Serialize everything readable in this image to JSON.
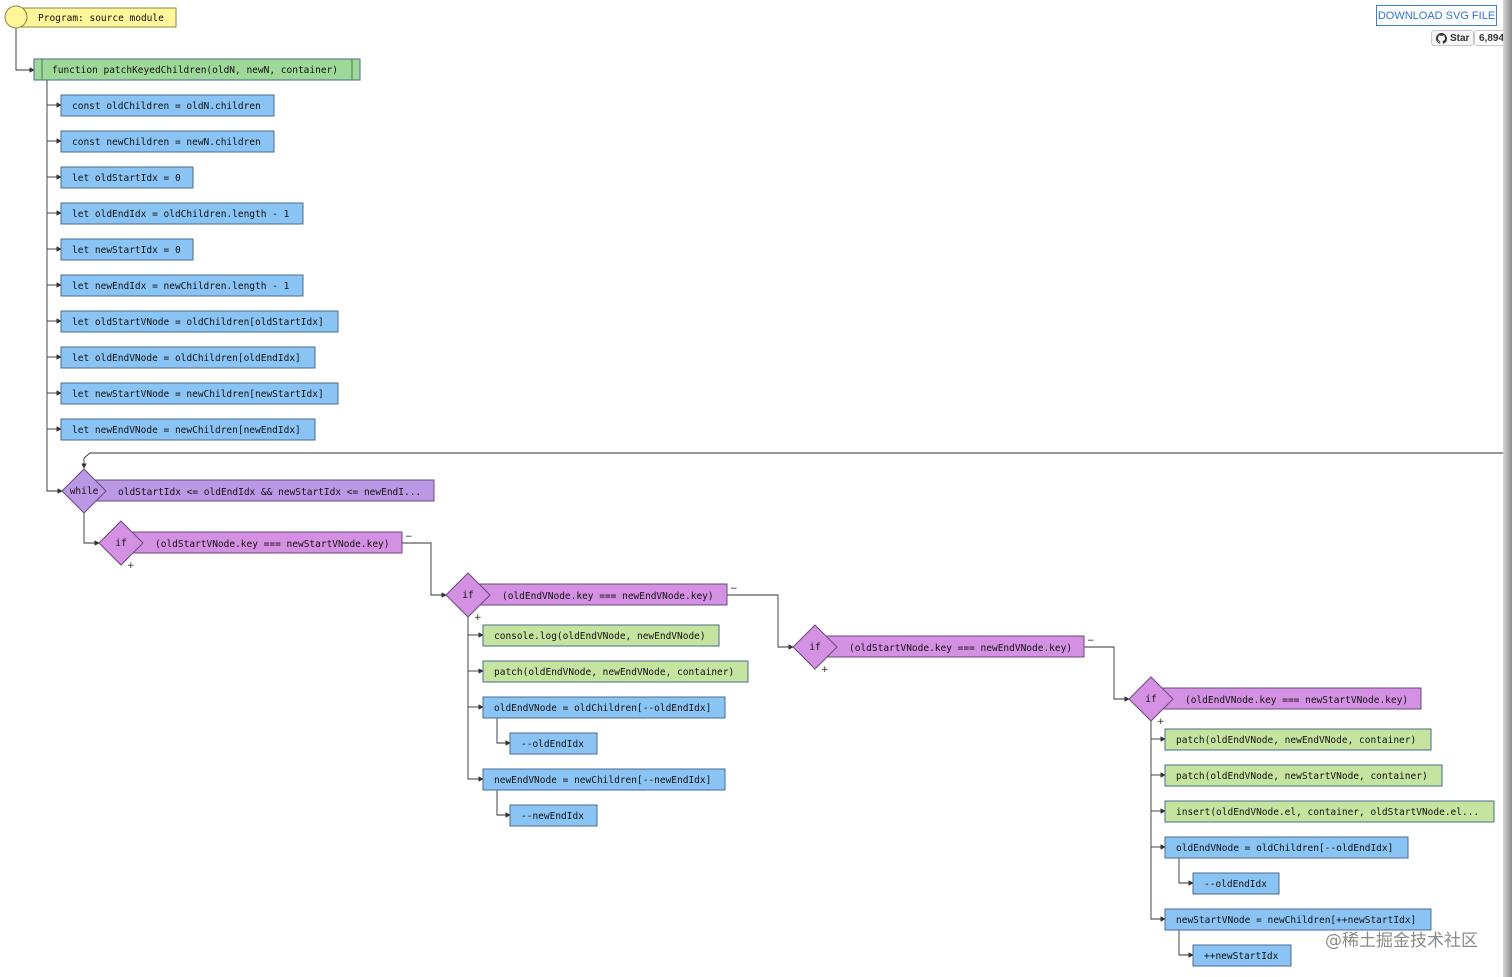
{
  "toolbar": {
    "download_label": "DOWNLOAD SVG FILE",
    "star_label": "Star",
    "star_count": "6,894"
  },
  "watermark": "@稀土掘金技术社区",
  "colors": {
    "program": "#fff59a",
    "function": "#9fd99a",
    "statement": "#8ac4f5",
    "call": "#c5e4a0",
    "condition": "#d490e3",
    "loop": "#bb98e6",
    "edge": "#333333"
  },
  "nodes": [
    {
      "id": "program",
      "kind": "program",
      "text": "Program: source module"
    },
    {
      "id": "func",
      "kind": "function",
      "text": "function patchKeyedChildren(oldN, newN, container)"
    },
    {
      "id": "s1",
      "kind": "statement",
      "text": "const oldChildren = oldN.children"
    },
    {
      "id": "s2",
      "kind": "statement",
      "text": "const newChildren = newN.children"
    },
    {
      "id": "s3",
      "kind": "statement",
      "text": "let oldStartIdx = 0"
    },
    {
      "id": "s4",
      "kind": "statement",
      "text": "let oldEndIdx = oldChildren.length - 1"
    },
    {
      "id": "s5",
      "kind": "statement",
      "text": "let newStartIdx = 0"
    },
    {
      "id": "s6",
      "kind": "statement",
      "text": "let newEndIdx = newChildren.length - 1"
    },
    {
      "id": "s7",
      "kind": "statement",
      "text": "let oldStartVNode = oldChildren[oldStartIdx]"
    },
    {
      "id": "s8",
      "kind": "statement",
      "text": "let oldEndVNode = oldChildren[oldEndIdx]"
    },
    {
      "id": "s9",
      "kind": "statement",
      "text": "let newStartVNode = newChildren[newStartIdx]"
    },
    {
      "id": "s10",
      "kind": "statement",
      "text": "let newEndVNode = newChildren[newEndIdx]"
    },
    {
      "id": "while",
      "kind": "loop",
      "keyword": "while",
      "text": "oldStartIdx <= oldEndIdx && newStartIdx <= newEndI..."
    },
    {
      "id": "if1",
      "kind": "condition",
      "keyword": "if",
      "text": "(oldStartVNode.key === newStartVNode.key)",
      "plus": "+",
      "minus": "−"
    },
    {
      "id": "if2",
      "kind": "condition",
      "keyword": "if",
      "text": "(oldEndVNode.key === newEndVNode.key)",
      "plus": "+",
      "minus": "−"
    },
    {
      "id": "a1",
      "kind": "call",
      "text": "console.log(oldEndVNode, newEndVNode)"
    },
    {
      "id": "a2",
      "kind": "call",
      "text": "patch(oldEndVNode, newEndVNode, container)"
    },
    {
      "id": "a3",
      "kind": "statement",
      "text": "oldEndVNode = oldChildren[--oldEndIdx]"
    },
    {
      "id": "a4",
      "kind": "statement",
      "text": "--oldEndIdx"
    },
    {
      "id": "a5",
      "kind": "statement",
      "text": "newEndVNode = newChildren[--newEndIdx]"
    },
    {
      "id": "a6",
      "kind": "statement",
      "text": "--newEndIdx"
    },
    {
      "id": "if3",
      "kind": "condition",
      "keyword": "if",
      "text": "(oldStartVNode.key === newEndVNode.key)",
      "plus": "+",
      "minus": "−"
    },
    {
      "id": "if4",
      "kind": "condition",
      "keyword": "if",
      "text": "(oldEndVNode.key === newStartVNode.key)",
      "plus": "+"
    },
    {
      "id": "b1",
      "kind": "call",
      "text": "patch(oldEndVNode, newEndVNode, container)"
    },
    {
      "id": "b2",
      "kind": "call",
      "text": "patch(oldEndVNode, newStartVNode, container)"
    },
    {
      "id": "b3",
      "kind": "call",
      "text": "insert(oldEndVNode.el, container, oldStartVNode.el..."
    },
    {
      "id": "b4",
      "kind": "statement",
      "text": "oldEndVNode = oldChildren[--oldEndIdx]"
    },
    {
      "id": "b5",
      "kind": "statement",
      "text": "--oldEndIdx"
    },
    {
      "id": "b6",
      "kind": "statement",
      "text": "newStartVNode = newChildren[++newStartIdx]"
    },
    {
      "id": "b7",
      "kind": "statement",
      "text": "++newStartIdx"
    }
  ]
}
